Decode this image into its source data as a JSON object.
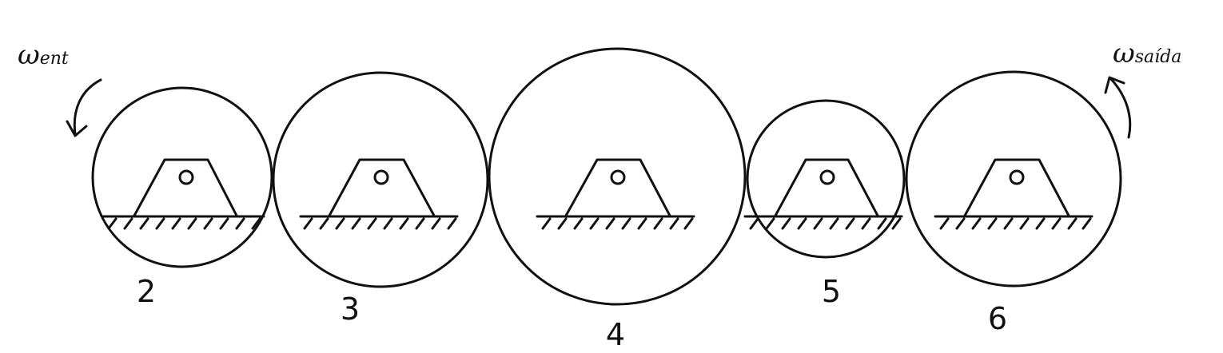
{
  "gears": [
    {
      "label": "2"
    },
    {
      "label": "3"
    },
    {
      "label": "4"
    },
    {
      "label": "5"
    },
    {
      "label": "6"
    }
  ],
  "input_speed": {
    "symbol": "ω",
    "subscript": "ent"
  },
  "output_speed": {
    "symbol": "ω",
    "subscript": "saída"
  },
  "colors": {
    "ink": "#111111",
    "background": "#ffffff"
  }
}
